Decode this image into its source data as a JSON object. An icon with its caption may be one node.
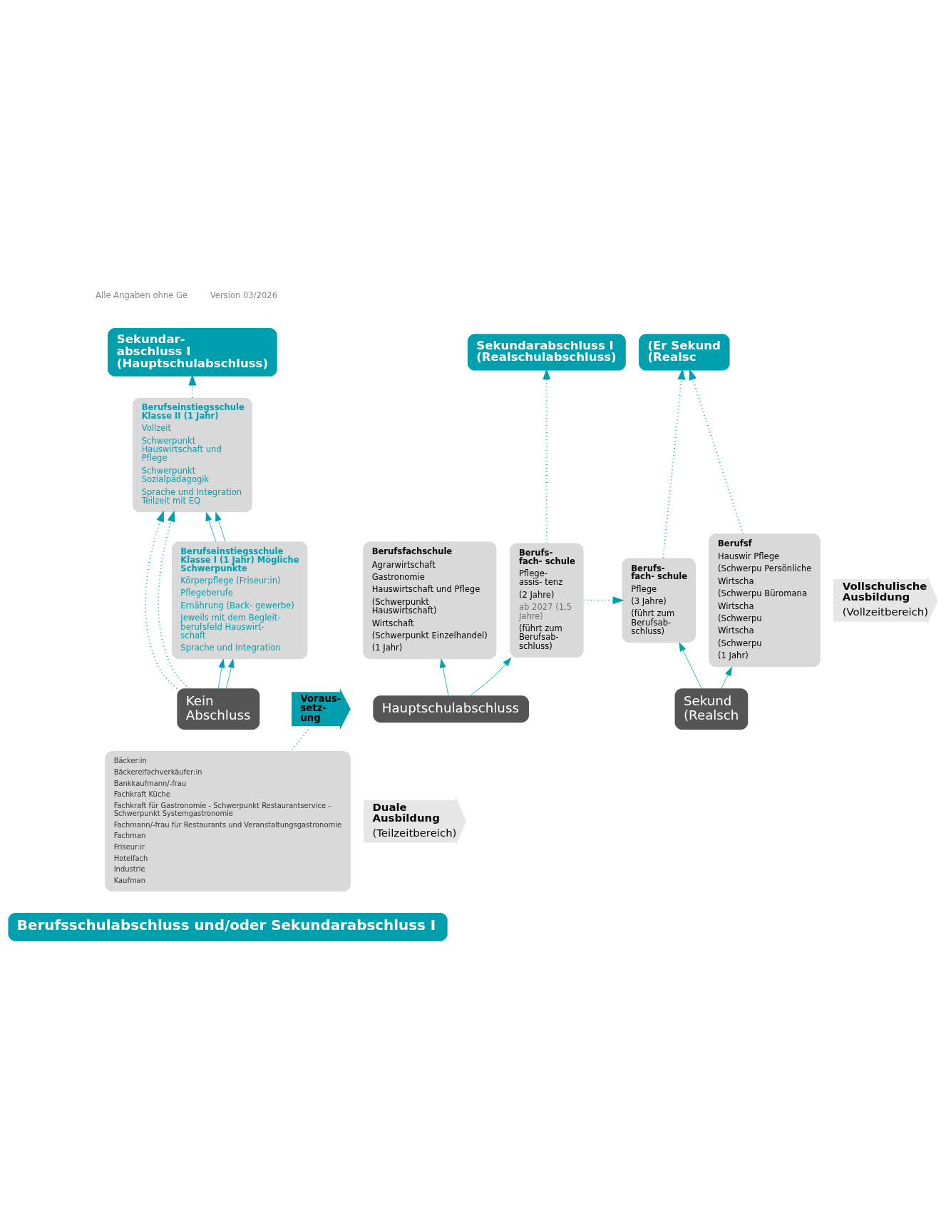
{
  "diagram": {
    "nodes": [
      {
        "text": [
          "Sekundar- abschluss I (Hauptschulabschluss)"
        ]
      },
      {
        "text": [
          "Sekundarabschluss I (Realschulabschluss)"
        ]
      },
      {
        "text": [
          "(Er Sekund (Realsc"
        ]
      },
      {
        "text": [
          "Berufseinstiegsschule Klasse II (1 Jahr)",
          "Vollzeit",
          "Schwerpunkt Hauswirtschaft und Pflege",
          "Schwerpunkt Sozialpädagogik",
          "Sprache und Integration Teilzeit mit EQ"
        ]
      },
      {
        "text": [
          "Berufsfachschule",
          "Agrarwirtschaft",
          "Gastronomie",
          "Hauswirtschaft und Pflege",
          "(Schwerpunkt Hauswirtschaft)",
          "Wirtschaft",
          "(Schwerpunkt Einzelhandel)",
          "(1 Jahr)"
        ]
      },
      {
        "text": [
          "Berufs- fach- schule",
          "Pflege- assis- tenz",
          "(2 Jahre)",
          "ab 2027 (1,5 Jahre)",
          "(führt zum Berufsab- schluss)"
        ]
      },
      {
        "text": [
          "Berufs- fach- schule",
          "Pflege",
          "(3 Jahre)",
          "(führt zum Berufsab- schluss)"
        ]
      },
      {
        "text": [
          "Berufsf",
          "Hauswir Pflege",
          "(Schwerpu Persönliche",
          "Wirtscha",
          "(Schwerpu Büromana",
          "Wirtscha",
          "(Schwerpu",
          "Wirtscha",
          "(Schwerpu",
          "(1 Jahr)"
        ]
      },
      {
        "text": [
          "Berufseinstiegsschule Klasse I (1 Jahr) Mögliche Schwerpunkte",
          "Körperpflege (Friseur:in)",
          "Pflegeberufe",
          "Ernährung (Back- gewerbe)",
          "Jeweils mit dem Begleit- berufsfeld Hauswirt- schaft",
          "Sprache und Integration"
        ]
      },
      {
        "text": [
          "Kein Abschluss"
        ]
      },
      {
        "text": [
          "Hauptschulabschluss"
        ]
      },
      {
        "text": [
          "Sekund (Realsch"
        ]
      },
      {
        "text": [
          "Voraus- setz- ung"
        ]
      },
      {
        "text": [
          "Vollschulische Ausbildung",
          "(Vollzeitbereich)"
        ]
      },
      {
        "text": [
          "Duale Ausbildung",
          "(Teilzeitbereich)"
        ]
      },
      {
        "text": [
          "Bäcker:in",
          "Bäckereifachverkäufer:in",
          "Bankkaufmann/-frau",
          "Fachkraft Küche",
          "Fachkraft für Gastronomie - Schwerpunkt Restaurantservice - Schwerpunkt Systemgastronomie",
          "Fachmann/-frau für Restaurants und Veranstaltungsgastronomie",
          "Fachman",
          "Friseur:ir",
          "Hotelfach",
          "Industrie",
          "Kaufman"
        ]
      },
      {
        "text": [
          "Berufsschulabschluss und/oder Sekundarabschluss I"
        ]
      }
    ],
    "edges": [
      {
        "from": 3,
        "to": 0,
        "arrow": "to",
        "style": "dashed"
      },
      {
        "from": 5,
        "to": 1,
        "arrow": "to",
        "style": "dashed"
      },
      {
        "from": 6,
        "to": 2,
        "arrow": "to",
        "style": "dashed"
      },
      {
        "from": 7,
        "to": 2,
        "arrow": "to",
        "style": "dashed"
      },
      {
        "from": 5,
        "to": 6,
        "arrow": "to",
        "style": "dashed"
      },
      {
        "from": 8,
        "to": 3,
        "arrow": "to"
      },
      {
        "from": 8,
        "to": 3,
        "arrow": "to"
      },
      {
        "from": 9,
        "to": 3,
        "arrow": "to",
        "style": "dashed"
      },
      {
        "from": 9,
        "to": 3,
        "arrow": "to",
        "style": "dashed"
      },
      {
        "from": 9,
        "to": 8,
        "arrow": "to"
      },
      {
        "from": 9,
        "to": 8,
        "arrow": "to"
      },
      {
        "from": 10,
        "to": 4,
        "arrow": "to"
      },
      {
        "from": 10,
        "to": 5,
        "arrow": "to"
      },
      {
        "from": 11,
        "to": 6,
        "arrow": "to"
      },
      {
        "from": 11,
        "to": 7,
        "arrow": "to"
      },
      {
        "from": 12,
        "to": 15,
        "arrow": "none",
        "style": "dashed"
      }
    ],
    "labels": [
      "Alle Angaben ohne Ge",
      "Version 03/2026"
    ]
  }
}
